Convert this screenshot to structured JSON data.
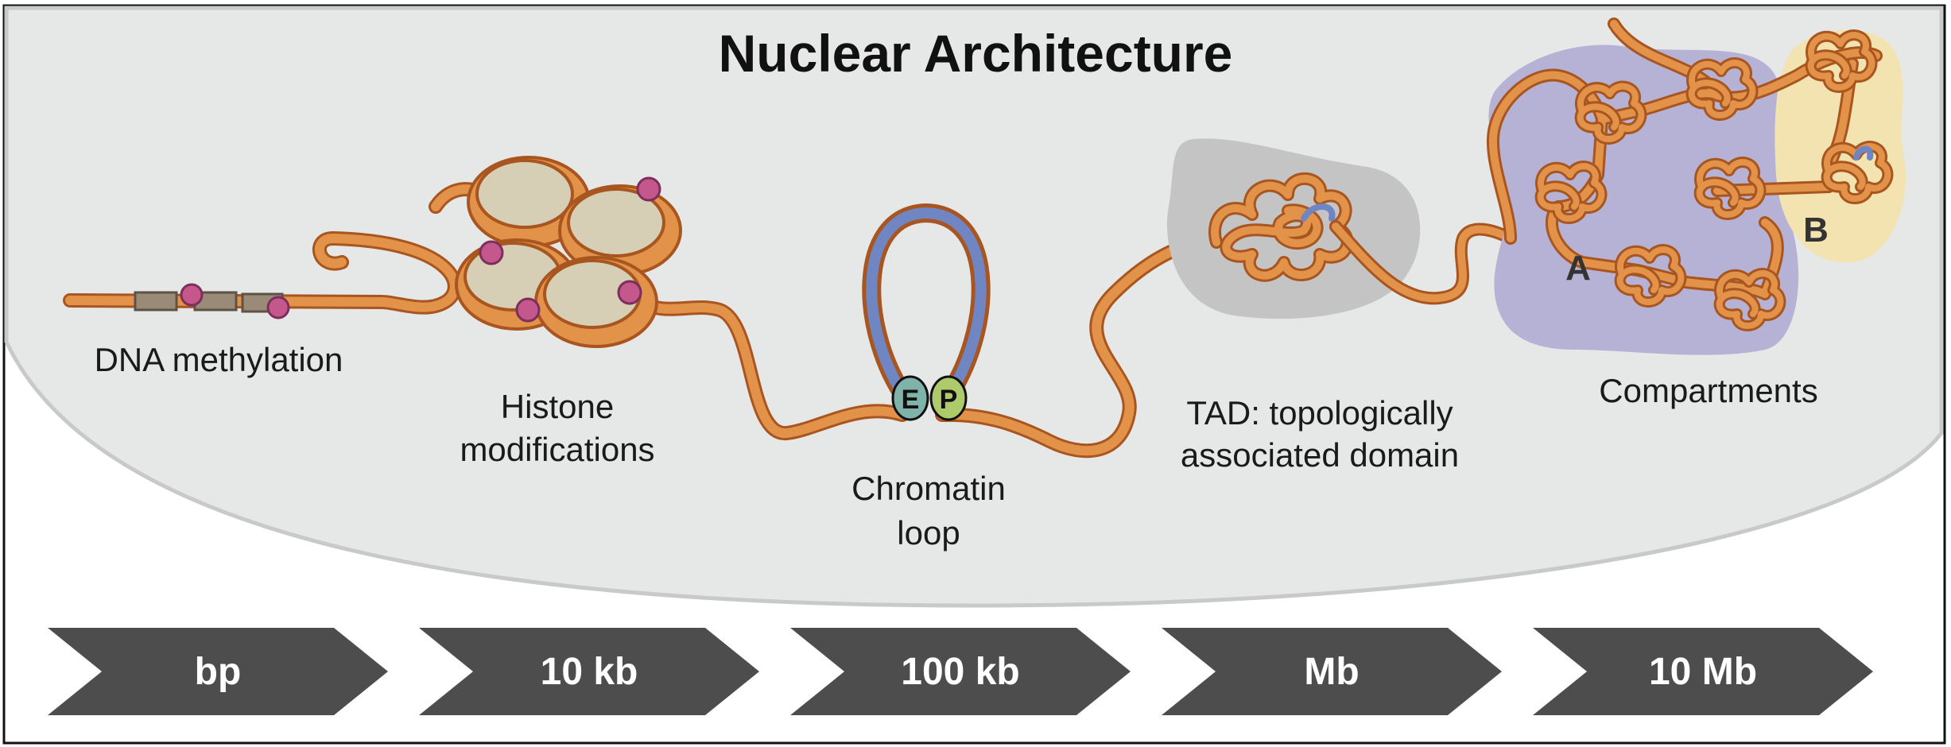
{
  "title": "Nuclear Architecture",
  "features": [
    {
      "lines": [
        "DNA methylation"
      ]
    },
    {
      "lines": [
        "Histone",
        "modifications"
      ]
    },
    {
      "lines": [
        "Chromatin",
        "loop"
      ]
    },
    {
      "lines": [
        "TAD: topologically",
        "associated domain"
      ]
    },
    {
      "lines": [
        "Compartments"
      ]
    }
  ],
  "loop_anchors": {
    "enhancer": "E",
    "promoter": "P"
  },
  "compartments": {
    "a": "A",
    "b": "B"
  },
  "scale": [
    "bp",
    "10 kb",
    "100 kb",
    "Mb",
    "10 Mb"
  ],
  "colors": {
    "nucleus": "#e6e7e7",
    "nucleus_edge": "#c8c9c9",
    "chromatin": "#e3924a",
    "chromatin_edge": "#a8551f",
    "loop_inner": "#6f86c2",
    "histone_core": "#d6cfb6",
    "methyl_mark": "#c4578c",
    "tad_domain": "#c4c4c4",
    "compartment_a": "#b6b2d6",
    "compartment_b": "#f2e3b0",
    "enhancer": "#7fb2a8",
    "promoter": "#aecb6c",
    "scale_arrow": "#4d4d4d"
  }
}
